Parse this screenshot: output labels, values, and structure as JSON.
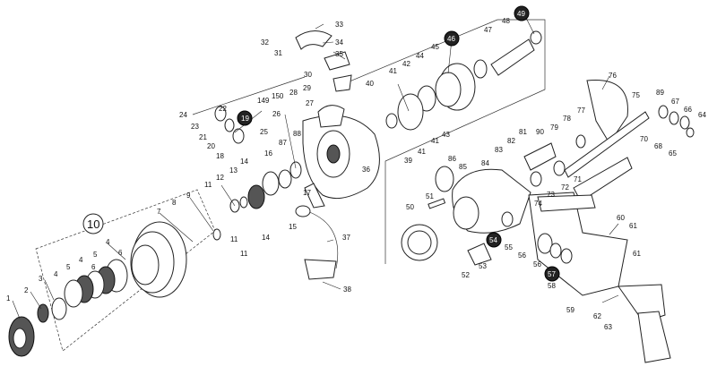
{
  "labels": {
    "p1": "1",
    "p2": "2",
    "p3": "3",
    "p4": "4",
    "p4b": "4",
    "p4c": "4",
    "p5": "5",
    "p5b": "5",
    "p6": "6",
    "p6b": "6",
    "p7": "7",
    "p8": "8",
    "p9": "9",
    "p10": "10",
    "p11": "11",
    "p11b": "11",
    "p11c": "11",
    "p12": "12",
    "p13": "13",
    "p14": "14",
    "p14b": "14",
    "p15": "15",
    "p16": "16",
    "p17": "17",
    "p18": "18",
    "p19": "19",
    "p20": "20",
    "p21": "21",
    "p22": "22",
    "p23": "23",
    "p24": "24",
    "p25": "25",
    "p26": "26",
    "p27": "27",
    "p28": "28",
    "p29": "29",
    "p30": "30",
    "p31": "31",
    "p32": "32",
    "p33": "33",
    "p34": "34",
    "p35": "35",
    "p36": "36",
    "p37": "37",
    "p38": "38",
    "p39": "39",
    "p40": "40",
    "p41": "41",
    "p41b": "41",
    "p41c": "41",
    "p42": "42",
    "p43": "43",
    "p44": "44",
    "p45": "45",
    "p46": "46",
    "p47": "47",
    "p48": "48",
    "p49": "49",
    "p50": "50",
    "p51": "51",
    "p52": "52",
    "p53": "53",
    "p54": "54",
    "p55": "55",
    "p56": "56",
    "p56b": "56",
    "p57": "57",
    "p58": "58",
    "p59": "59",
    "p60": "60",
    "p61": "61",
    "p61b": "61",
    "p62": "62",
    "p63": "63",
    "p64": "64",
    "p65": "65",
    "p66": "66",
    "p67": "67",
    "p68": "68",
    "p70": "70",
    "p71": "71",
    "p72": "72",
    "p73": "73",
    "p74": "74",
    "p75": "75",
    "p76": "76",
    "p77": "77",
    "p78": "78",
    "p79": "79",
    "p81": "81",
    "p82": "82",
    "p83": "83",
    "p84": "84",
    "p85": "85",
    "p86": "86",
    "p87": "87",
    "p88": "88",
    "p89": "89",
    "p90": "90",
    "p149": "149",
    "p150": "150"
  }
}
